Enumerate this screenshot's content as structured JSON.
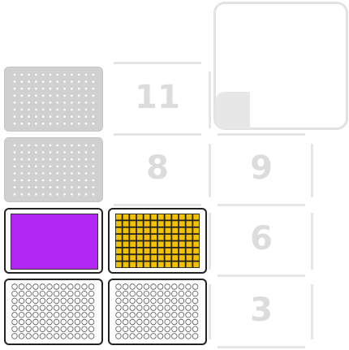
{
  "deck": {
    "slot_numbers": {
      "slot_11": "11",
      "slot_8": "8",
      "slot_9": "9",
      "slot_6": "6",
      "slot_3": "3"
    }
  },
  "plates": {
    "plate_slot10": {
      "state": "ghost",
      "well_color": "#ffffff",
      "fill": "#d0d0d0"
    },
    "plate_slot7": {
      "state": "ghost",
      "well_color": "#ffffff",
      "fill": "#d0d0d0"
    },
    "plate_slot4": {
      "state": "reservoir",
      "fill": "#b327f5"
    },
    "plate_slot5": {
      "state": "filled",
      "fill": "#f2c200"
    },
    "plate_slot1": {
      "state": "empty",
      "fill": "#ffffff"
    },
    "plate_slot2": {
      "state": "empty",
      "fill": "#ffffff"
    }
  },
  "colors": {
    "purple": "#b327f5",
    "yellow": "#f2c200",
    "ghost_gray": "#d0d0d0",
    "divider": "#e6e6e6",
    "number": "#dcdcdc"
  }
}
